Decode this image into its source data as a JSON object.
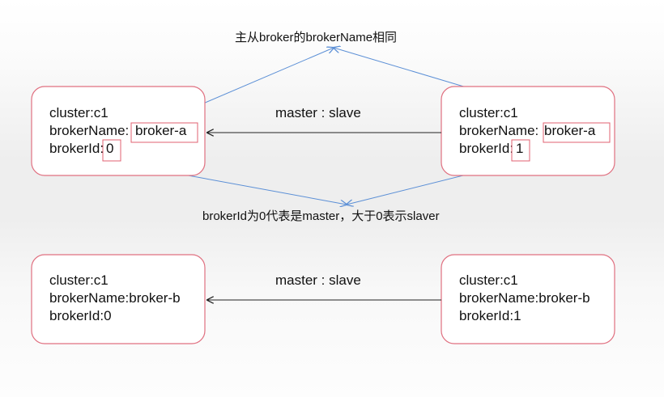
{
  "top_caption": "主从broker的brokerName相同",
  "middle_caption": "brokerId为0代表是master，大于0表示slaver",
  "relation_label_top": "master : slave",
  "relation_label_bottom": "master : slave",
  "boxes": {
    "top_left": {
      "line1": "cluster:c1",
      "line2_key": "brokerName:",
      "line2_value": "broker-a",
      "line3_key": "brokerId:",
      "line3_value": "0"
    },
    "top_right": {
      "line1": "cluster:c1",
      "line2_key": "brokerName:",
      "line2_value": "broker-a",
      "line3_key": "brokerId:",
      "line3_value": "1"
    },
    "bottom_left": {
      "line1": "cluster:c1",
      "line2": "brokerName:broker-b",
      "line3": "brokerId:0"
    },
    "bottom_right": {
      "line1": "cluster:c1",
      "line2": "brokerName:broker-b",
      "line3": "brokerId:1"
    }
  },
  "colors": {
    "box_border": "#e07080",
    "highlight_border": "#e06070",
    "annotation_line": "#5b8fd6",
    "arrow": "#222222"
  }
}
